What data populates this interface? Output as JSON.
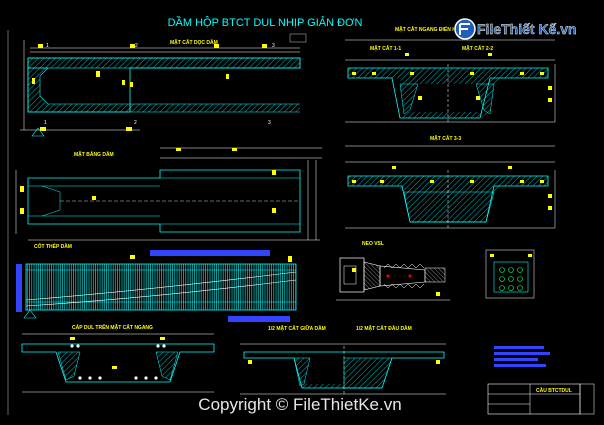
{
  "drawing": {
    "title": "DẦM HỘP BTCT DUL NHỊP GIẢN ĐƠN",
    "views": {
      "longitudinal_section": "MẶT CẮT DỌC DẦM",
      "cross_section": "MẶT CẮT NGANG ĐIỂN HÌNH",
      "section_1": "MẶT CẮT 1-1",
      "section_2": "MẶT CẮT 2-2",
      "section_3": "MẶT CẮT 3-3",
      "plan": "MẶT BẰNG DẦM",
      "reinforcement": "CỐT THÉP DẦM",
      "anchor": "NEO VSL",
      "cross_section_tendons": "CÁP DUL TRÊN MẶT CẮT NGANG",
      "half_section_mid": "1/2 MẶT CẮT GIỮA DẦM",
      "half_section_end": "1/2 MẶT CẮT ĐẦU DẦM"
    },
    "title_block": {
      "name": "CẦU BTCTDUL"
    }
  },
  "brand": {
    "logo_text": "FileThiết Kế.vn",
    "copyright": "Copyright © FileThietKe.vn"
  },
  "colors": {
    "background": "#000000",
    "outline": "#00ffff",
    "dimension": "#ffffff",
    "annotation": "#ffff00",
    "hatch": "#00ffff",
    "rebar": "#00ffff",
    "marker_blue": "#3344ff",
    "accent_red": "#ff0000"
  }
}
